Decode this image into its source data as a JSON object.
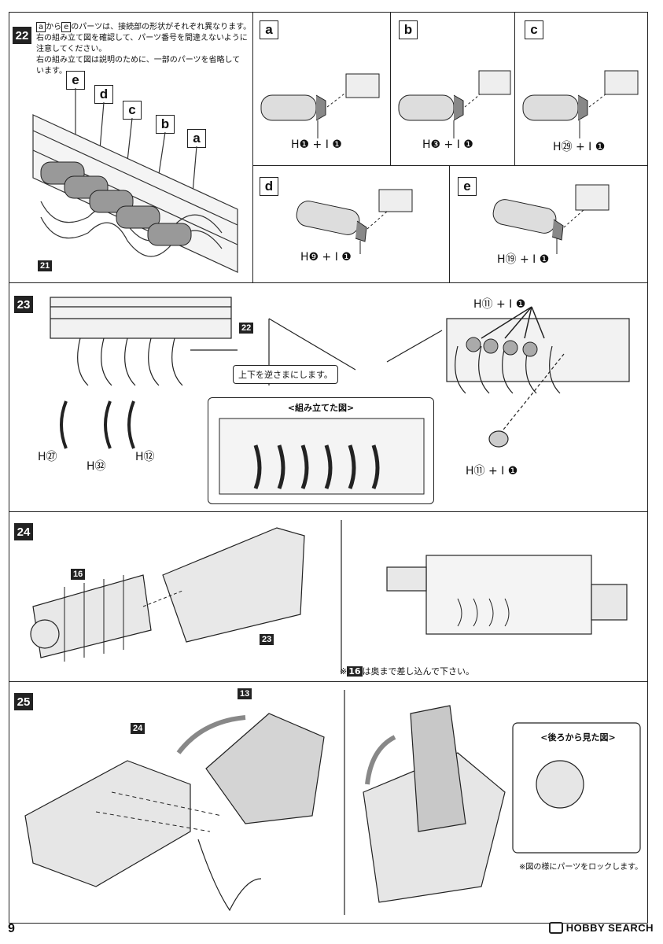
{
  "steps": {
    "s22": {
      "number": "22",
      "note_l1a": "から",
      "note_l1b": "のパーツは、接続部の形状がそれぞれ異なります。",
      "note_l2": "右の組み立て図を確認して、パーツ番号を間違えないように",
      "note_l3": "注意してください。",
      "note_l4": "右の組み立て図は説明のために、一部のパーツを省略して",
      "note_l5": "います。",
      "callouts": [
        "e",
        "d",
        "c",
        "b",
        "a"
      ],
      "base_part": "21",
      "subpanels": [
        {
          "letter": "a",
          "formula": "H❶ + I ❶"
        },
        {
          "letter": "b",
          "formula": "H❸ + I ❶"
        },
        {
          "letter": "c",
          "formula": "H㉙ + I ❶"
        },
        {
          "letter": "d",
          "formula": "H❾ + I ❶"
        },
        {
          "letter": "e",
          "formula": "H⑲ + I ❶"
        }
      ]
    },
    "s23": {
      "number": "23",
      "ref_part": "22",
      "flip_note": "上下を逆さまにします。",
      "assembled_title": "<組み立てた図>",
      "parts": [
        "H㉗",
        "H㉜",
        "H⑫"
      ],
      "top_formula": "H⑪ + I ❶",
      "bottom_formula": "H⑪ + I ❶"
    },
    "s24": {
      "number": "24",
      "part_a": "16",
      "part_b": "23",
      "note_num": "16",
      "note_text": "は奥まで差し込んで下さい。",
      "note_prefix": "※"
    },
    "s25": {
      "number": "25",
      "part_a": "24",
      "part_b": "13",
      "rear_title": "<後ろから見た図>",
      "lock_note": "※図の様にパーツをロックします。"
    }
  },
  "footer": {
    "page_number": "9",
    "brand": "HOBBY SEARCH"
  }
}
